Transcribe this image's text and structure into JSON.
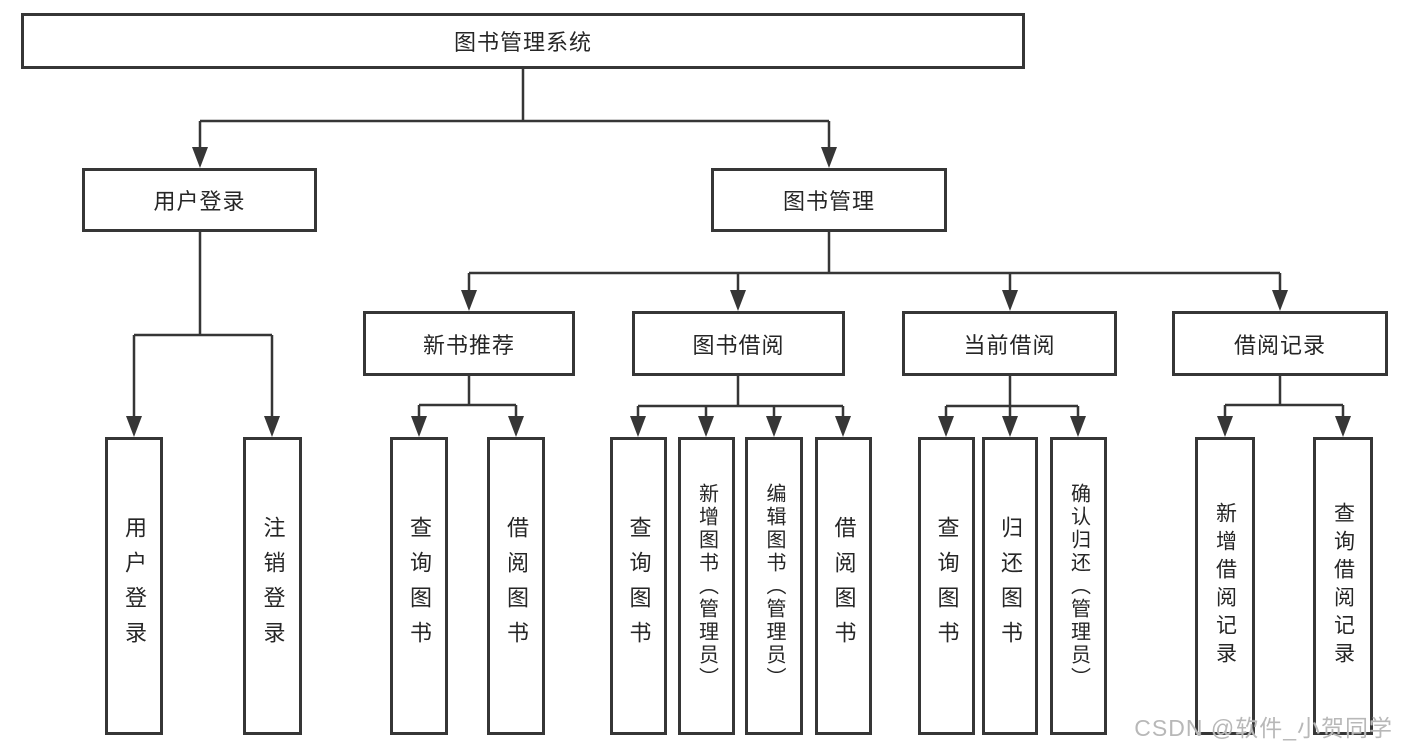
{
  "diagram_title": "图书管理系统",
  "nodes": {
    "root": {
      "label": "图书管理系统"
    },
    "level2": [
      {
        "label": "用户登录"
      },
      {
        "label": "图书管理"
      }
    ],
    "level3": [
      {
        "label": "新书推荐",
        "parent": "图书管理"
      },
      {
        "label": "图书借阅",
        "parent": "图书管理"
      },
      {
        "label": "当前借阅",
        "parent": "图书管理"
      },
      {
        "label": "借阅记录",
        "parent": "图书管理"
      }
    ],
    "leaves": [
      {
        "label": "用户登录",
        "parent": "用户登录"
      },
      {
        "label": "注销登录",
        "parent": "用户登录"
      },
      {
        "label": "查询图书",
        "parent": "新书推荐"
      },
      {
        "label": "借阅图书",
        "parent": "新书推荐"
      },
      {
        "label": "查询图书",
        "parent": "图书借阅"
      },
      {
        "label": "新增图书（管理员）",
        "parent": "图书借阅"
      },
      {
        "label": "编辑图书（管理员）",
        "parent": "图书借阅"
      },
      {
        "label": "借阅图书",
        "parent": "图书借阅"
      },
      {
        "label": "查询图书",
        "parent": "当前借阅"
      },
      {
        "label": "归还图书",
        "parent": "当前借阅"
      },
      {
        "label": "确认归还（管理员）",
        "parent": "当前借阅"
      },
      {
        "label": "新增借阅记录",
        "parent": "借阅记录"
      },
      {
        "label": "查询借阅记录",
        "parent": "借阅记录"
      }
    ]
  },
  "watermark": {
    "text": "CSDN @软件_小贺同学"
  },
  "colors": {
    "line": "#363636",
    "text": "#262626",
    "background": "#ffffff",
    "watermark": "#b8b8b8"
  }
}
